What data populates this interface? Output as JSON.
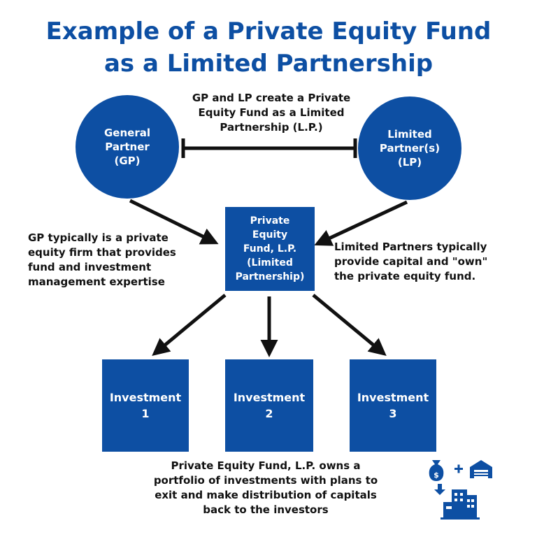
{
  "title": {
    "line1": "Example of a Private Equity Fund",
    "line2": "as a Limited Partnership"
  },
  "nodes": {
    "gp": "General\nPartner\n(GP)",
    "lp": "Limited\nPartner(s)\n(LP)",
    "fund": "Private\nEquity\nFund, L.P.\n(Limited\nPartnership)",
    "inv1": "Investment\n1",
    "inv2": "Investment\n2",
    "inv3": "Investment\n3"
  },
  "notes": {
    "top": "GP and LP create a Private\nEquity Fund as a Limited\nPartnership (L.P.)",
    "left": "GP typically is a private\nequity firm that provides\nfund and investment\nmanagement expertise",
    "right": "Limited Partners typically\nprovide capital and \"own\"\nthe private equity fund.",
    "bottom": "Private Equity Fund, L.P. owns a\nportfolio of investments with plans to\nexit and make distribution of capitals\nback to the investors"
  },
  "colors": {
    "brand": "#0d4fa3",
    "arrow": "#111111"
  },
  "icons": [
    "money-bag-icon",
    "plus-icon",
    "garage-icon",
    "down-arrow-icon",
    "buildings-icon"
  ]
}
